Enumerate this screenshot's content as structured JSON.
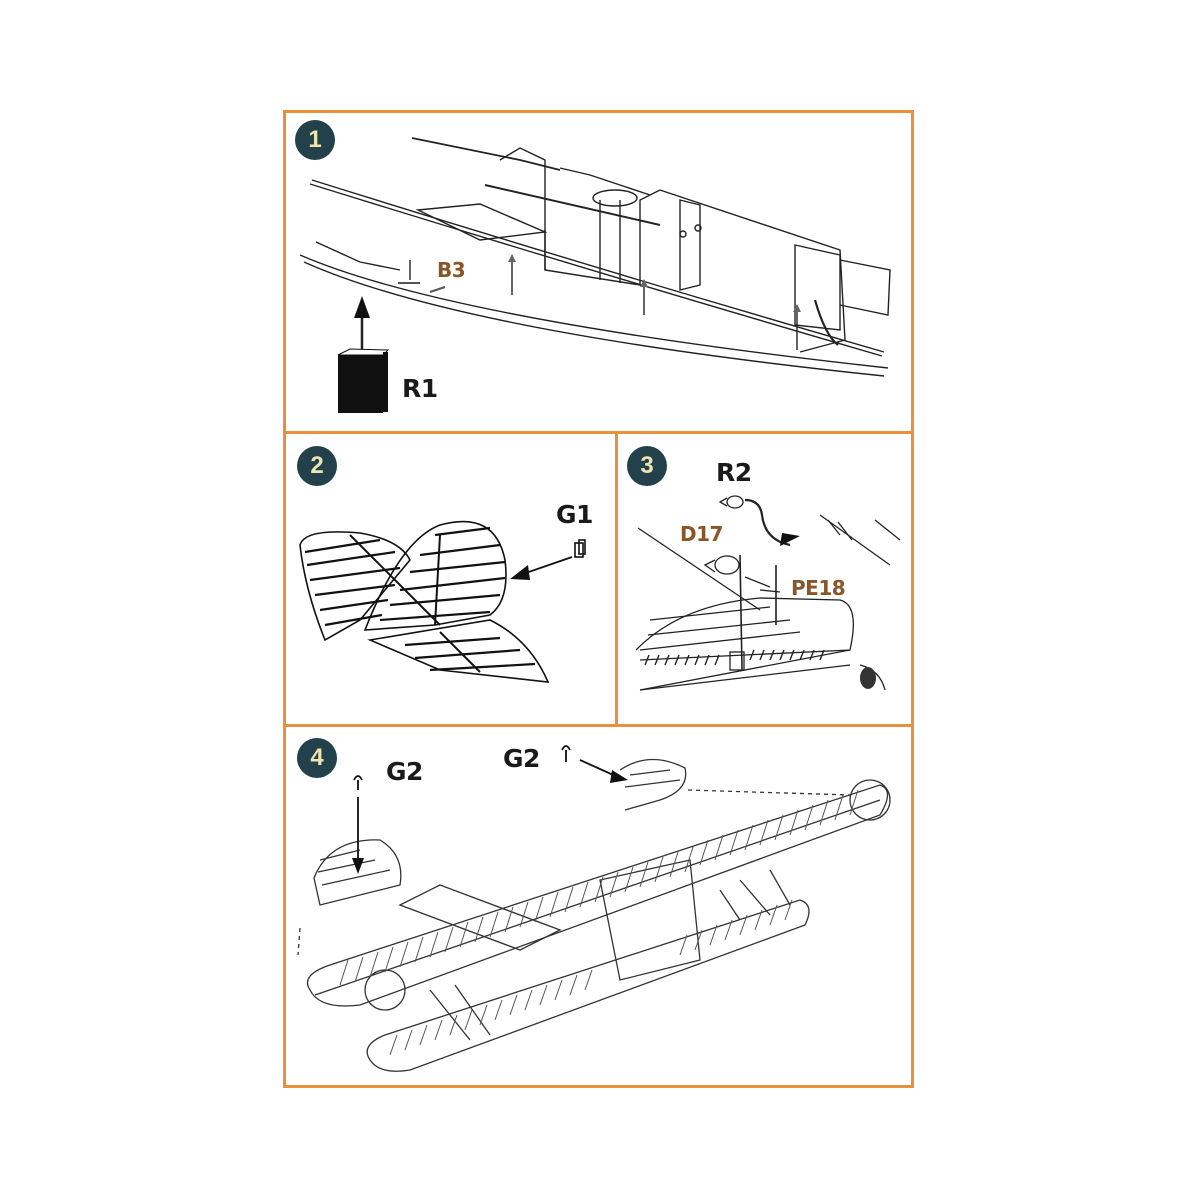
{
  "document": {
    "type": "model kit assembly instructions",
    "border_color": "#E8913A",
    "step_badge_color": "#23414B",
    "step_badge_text_color": "#EFE3B0",
    "part_label_colors": {
      "resin_or_gray": "#1a1a1a",
      "plastic_brown": "#8A5527"
    }
  },
  "steps": [
    {
      "number": "1",
      "description": "Cockpit/fuselage frame assembly onto lower fuselage half",
      "parts": [
        {
          "label": "B3",
          "color": "brown"
        },
        {
          "label": "R1",
          "color": "black"
        }
      ]
    },
    {
      "number": "2",
      "description": "Tail surfaces assembly",
      "parts": [
        {
          "label": "G1",
          "color": "black"
        }
      ]
    },
    {
      "number": "3",
      "description": "Upper wing details: lamp and struts",
      "parts": [
        {
          "label": "R2",
          "color": "black"
        },
        {
          "label": "D17",
          "color": "brown"
        },
        {
          "label": "PE18",
          "color": "brown"
        }
      ]
    },
    {
      "number": "4",
      "description": "Biplane overall view with wingtip parts",
      "parts": [
        {
          "label": "G2",
          "color": "black"
        },
        {
          "label": "G2",
          "color": "black"
        }
      ]
    }
  ]
}
